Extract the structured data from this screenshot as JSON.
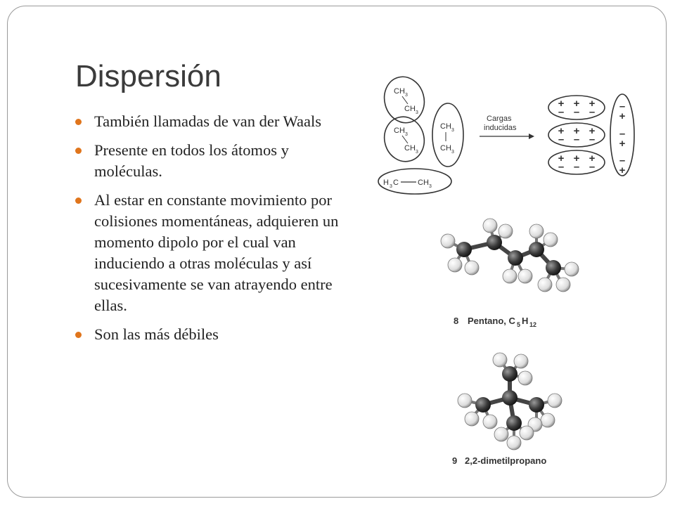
{
  "slide": {
    "title": "Dispersión",
    "bullets": [
      "También llamadas de van der Waals",
      "Presente en todos los átomos y moléculas.",
      "Al estar en constante movimiento por colisiones momentáneas, adquieren un momento dipolo por el cual van induciendo a otras moléculas y así sucesivamente se van atrayendo entre ellas.",
      "Son las más débiles"
    ]
  },
  "figure_top": {
    "ch3": "CH",
    "sub3": "3",
    "h3c": "H",
    "c_ch": "C",
    "ch": "CH",
    "arrow_label_1": "Cargas",
    "arrow_label_2": "inducidas",
    "plus": "+",
    "minus": "–"
  },
  "figure_pentane": {
    "number": "8",
    "name": "Pentano, C",
    "sub_c": "5",
    "h": "H",
    "sub_h": "12"
  },
  "figure_dimethyl": {
    "number": "9",
    "name": "2,2-dimetilpropano"
  },
  "colors": {
    "bullet": "#e0751c",
    "title": "#3b3b3b",
    "frame": "#9a9a9a"
  }
}
